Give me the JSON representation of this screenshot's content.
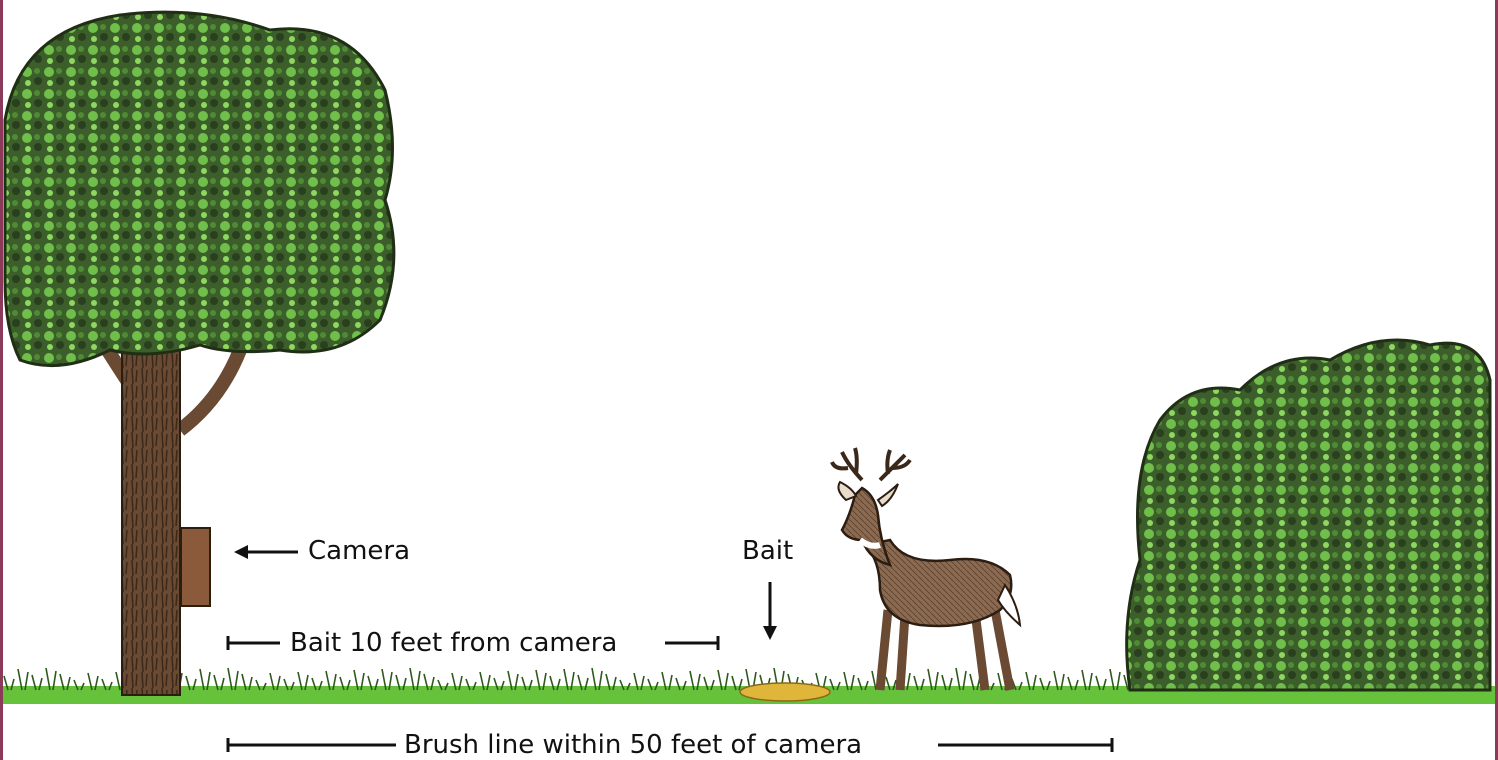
{
  "labels": {
    "camera": "Camera",
    "bait": "Bait",
    "bait_distance": "Bait 10 feet from camera",
    "brush_distance": "Brush line within 50 feet of camera"
  },
  "colors": {
    "frame": "#8b3a5a",
    "foliage_dark": "#2f4a22",
    "foliage_light": "#6fbf4a",
    "grass": "#66c23a",
    "trunk": "#6b4a33",
    "camera": "#8a5a3a",
    "deer": "#8b6a50",
    "bait": "#e0b63a"
  },
  "icons": {
    "tree": "tree-icon",
    "bush": "bush-icon",
    "deer": "deer-icon",
    "camera_box": "camera-box-icon",
    "bait_pile": "bait-pile-icon"
  }
}
